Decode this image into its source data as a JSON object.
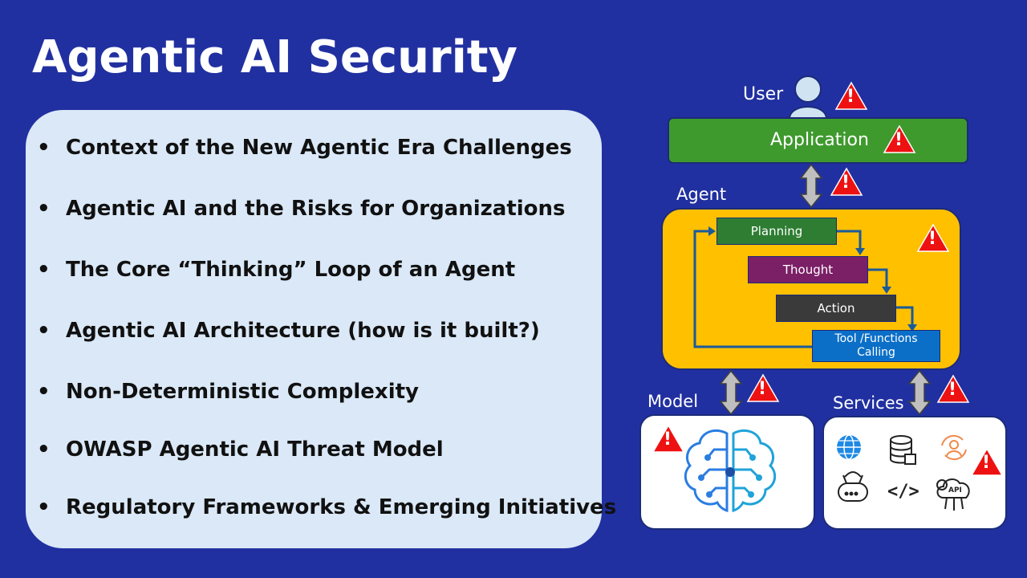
{
  "slide": {
    "title": "Agentic AI Security"
  },
  "bullets": [
    "Context of the New Agentic Era Challenges",
    "Agentic AI and the Risks for Organizations",
    "The Core “Thinking” Loop of an Agent",
    "Agentic AI Architecture (how is it built?)",
    "Non-Deterministic Complexity",
    "OWASP Agentic AI Threat Model",
    "Regulatory Frameworks & Emerging Initiatives"
  ],
  "bullet_symbol": "•",
  "diagram": {
    "user_label": "User",
    "application_label": "Application",
    "agent_label": "Agent",
    "steps": [
      "Planning",
      "Thought",
      "Action",
      "Tool /Functions Calling"
    ],
    "model_label": "Model",
    "services_label": "Services",
    "code_icon_text": "</>",
    "api_icon_text": "API",
    "warning_mark": "!"
  },
  "colors": {
    "background": "#2130a0",
    "panel": "#dae8f7",
    "application": "#3f9a2e",
    "agent": "#ffc000",
    "planning": "#2e7d32",
    "thought": "#7b1f66",
    "action": "#3a3a3a",
    "tool": "#0b6fc8",
    "warning": "#ee1111",
    "arrow": "#bfbfbf"
  }
}
